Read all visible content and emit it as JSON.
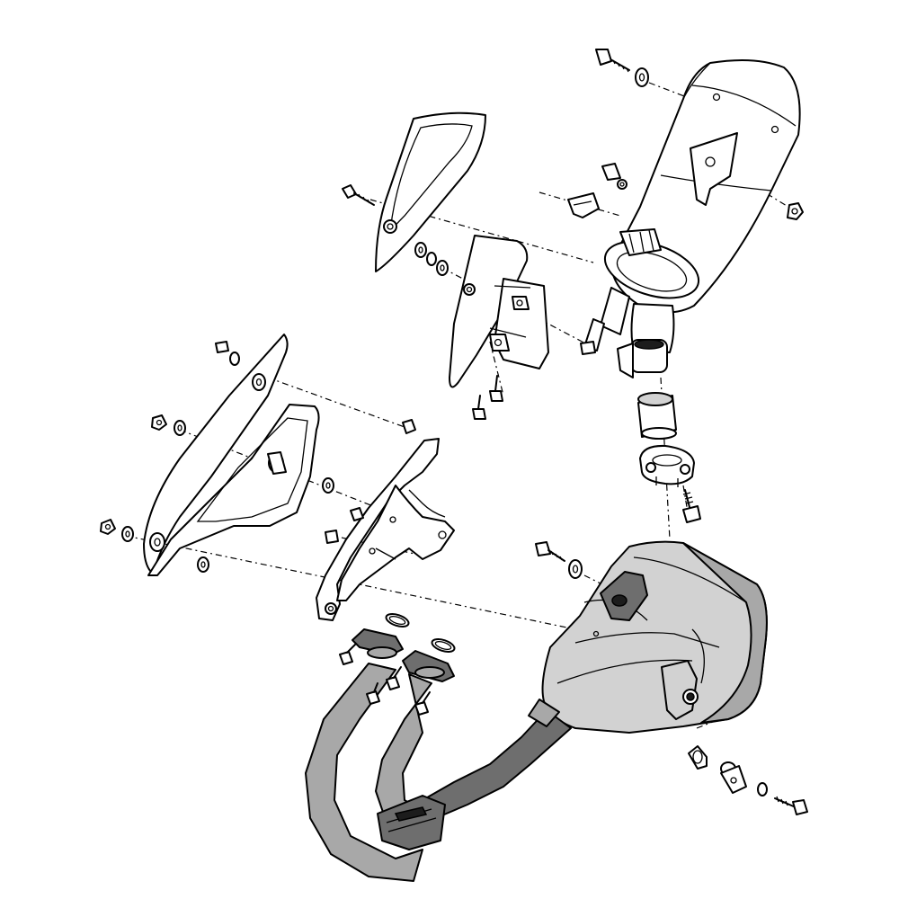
{
  "diagram": {
    "type": "exploded-parts-view",
    "colors": {
      "line": "#000000",
      "background": "#ffffff",
      "muffler_fill": "#c8c8c8",
      "pipe_fill": "#9a9a9a",
      "pipe_dark": "#6e6e6e"
    },
    "parts": [
      "muffler-end-cap",
      "muffler-heat-shield-upper",
      "muffler-heat-shield-bracket",
      "muffler-body",
      "rubber-grommet",
      "muffler-clamp",
      "side-cover-left",
      "muffler-mount-bracket",
      "catalyst-chamber",
      "exhaust-header-pipes",
      "exhaust-gaskets",
      "bolts-washers-nuts"
    ]
  }
}
